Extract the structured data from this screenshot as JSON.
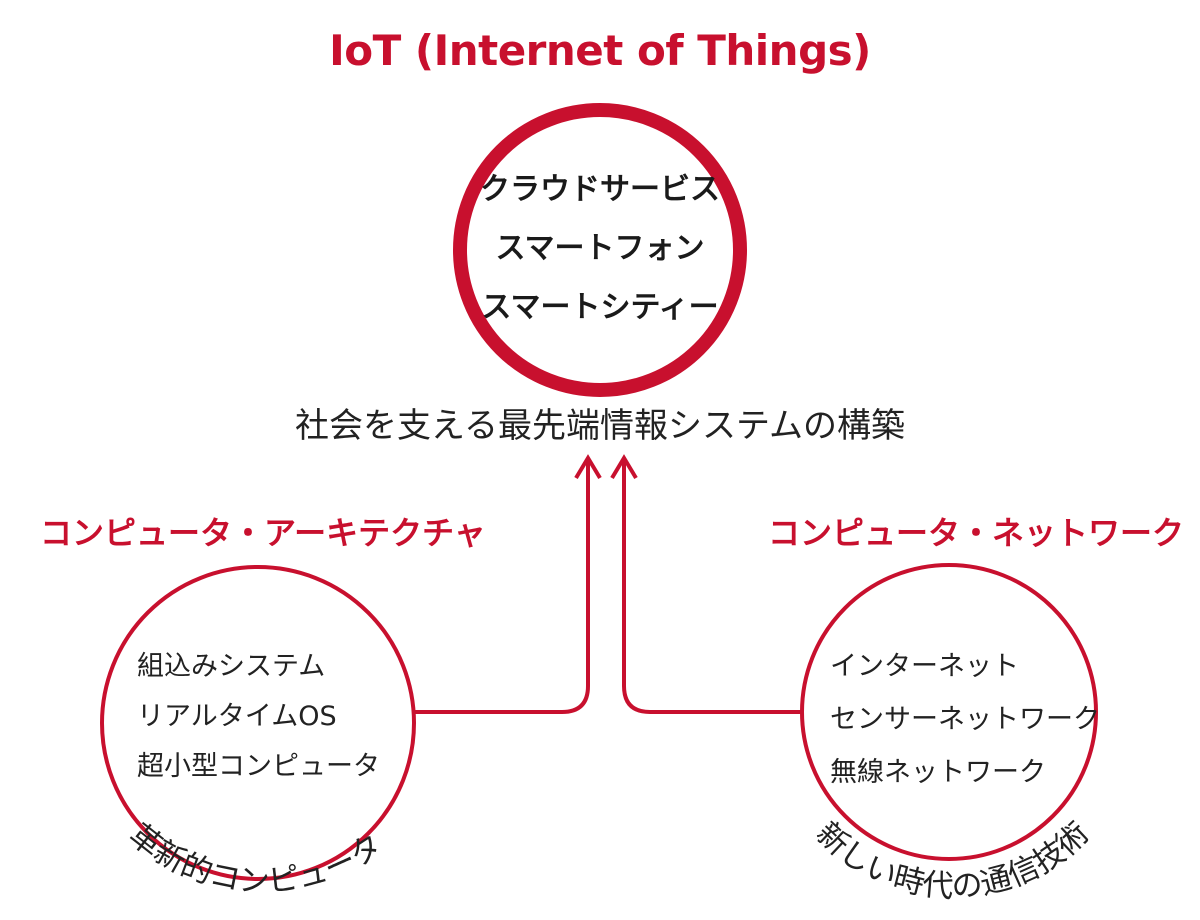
{
  "colors": {
    "accent": "#c8102e",
    "text": "#222222"
  },
  "top": {
    "title": "IoT (Internet of Things)",
    "items": [
      "クラウドサービス",
      "スマートフォン",
      "スマートシティー"
    ]
  },
  "center": {
    "caption": "社会を支える最先端情報システムの構築"
  },
  "left": {
    "heading": "コンピュータ・アーキテクチャ",
    "items": [
      "組込みシステム",
      "リアルタイムOS",
      "超小型コンピュータ"
    ],
    "curved_caption": "革新的コンピュータ"
  },
  "right": {
    "heading": "コンピュータ・ネットワーク",
    "items": [
      "インターネット",
      "センサーネットワーク",
      "無線ネットワーク"
    ],
    "curved_caption": "新しい時代の通信技術"
  }
}
